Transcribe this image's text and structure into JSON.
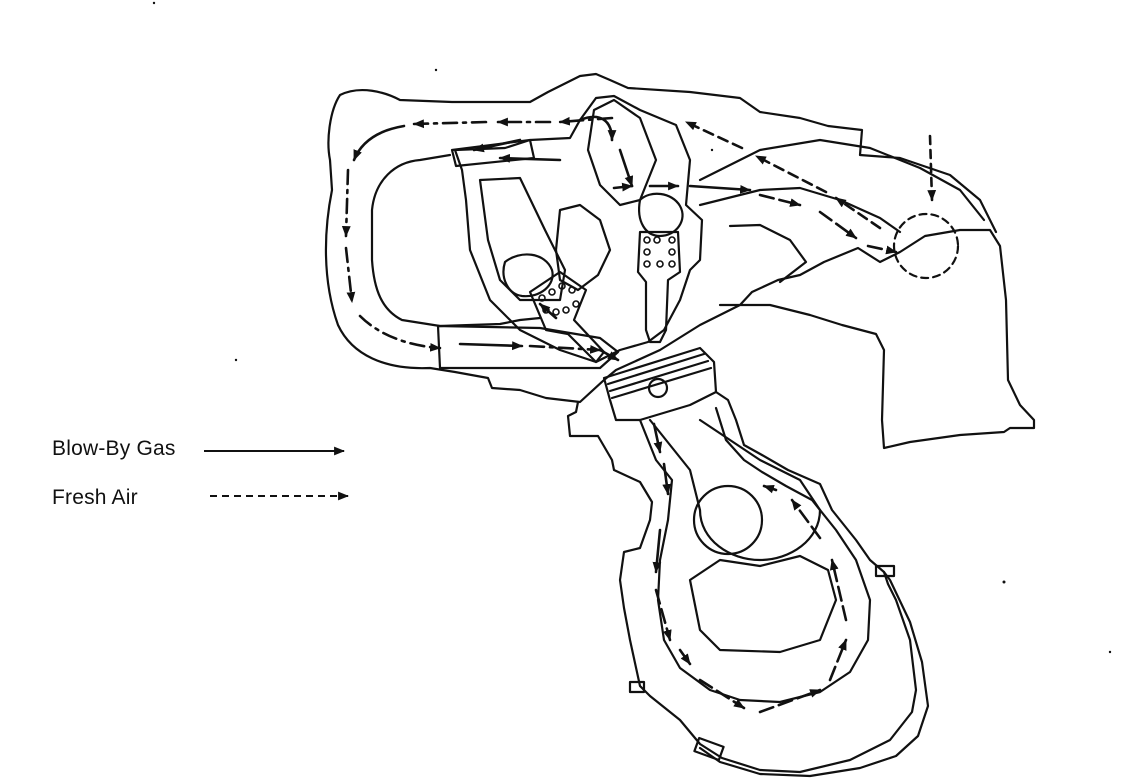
{
  "diagram": {
    "type": "engine crankcase ventilation cross-section",
    "style": "black line art on white background"
  },
  "legend": {
    "items": [
      {
        "label": "Blow-By Gas",
        "line_style": "solid"
      },
      {
        "label": "Fresh Air",
        "line_style": "dashed"
      }
    ]
  },
  "colors": {
    "ink": "#111111",
    "background": "#ffffff"
  }
}
